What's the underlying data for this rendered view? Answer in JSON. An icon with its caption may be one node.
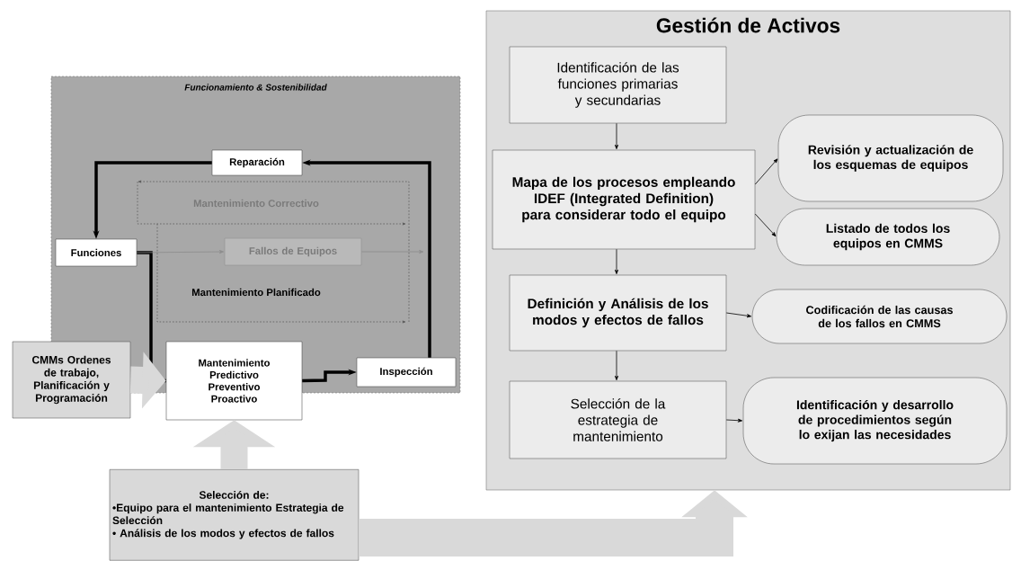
{
  "diagram": {
    "nodes": [
      {
        "text": [
          "Funcionamiento & Sostenibilidad"
        ]
      },
      {
        "text": [
          "Reparación"
        ],
        "in": 0
      },
      {
        "text": [
          "Funciones"
        ],
        "in": 0
      },
      {
        "text": [
          "Fallos de Equipos"
        ],
        "in": 0
      },
      {
        "text": [
          "Mantenimiento Predictivo Preventivo Proactivo"
        ]
      },
      {
        "text": [
          "Inspección"
        ],
        "in": 0
      },
      {
        "text": [
          "CMMs Ordenes de trabajo, Planificación y Programación"
        ]
      },
      {
        "text": [
          "Selección de:",
          "•Equipo para el mantenimiento Estrategia de Selección",
          "• Análisis de los modos y efectos de fallos"
        ]
      },
      {
        "text": [
          "Gestión de Activos"
        ]
      },
      {
        "text": [
          "Identificación de las funciones primarias y secundarias"
        ],
        "in": 8
      },
      {
        "text": [
          "Mapa de los procesos empleando IDEF (Integrated Definition) para considerar todo el equipo"
        ],
        "in": 8
      },
      {
        "text": [
          "Revisión y actualización de los esquemas de equipos"
        ],
        "in": 8
      },
      {
        "text": [
          "Listado de todos los equipos en CMMS"
        ],
        "in": 8
      },
      {
        "text": [
          "Definición y Análisis de los modos y efectos de fallos"
        ],
        "in": 8
      },
      {
        "text": [
          "Codificación de las causas de los fallos en CMMS"
        ],
        "in": 8
      },
      {
        "text": [
          "Selección de la estrategia de mantenimiento"
        ],
        "in": 8
      },
      {
        "text": [
          "Identificación y desarrollo de procedimientos según lo exijan las necesidades"
        ],
        "in": 8
      }
    ],
    "edges": [
      {
        "from": 1,
        "to": 2,
        "arrow": "to",
        "style": "thick"
      },
      {
        "from": 2,
        "to": 4,
        "arrow": "none",
        "style": "thick"
      },
      {
        "from": 2,
        "to": 3,
        "arrow": "to",
        "color": "#8c8c8c"
      },
      {
        "from": 3,
        "to": null,
        "arrow": "to",
        "color": "#8c8c8c"
      },
      {
        "from": 4,
        "to": 5,
        "arrow": "to",
        "style": "thick"
      },
      {
        "from": 5,
        "to": 1,
        "arrow": "to",
        "style": "thick"
      },
      {
        "from": 6,
        "to": 4,
        "arrow": "to",
        "style": "thick",
        "color": "#d9d9d9"
      },
      {
        "from": 7,
        "to": 4,
        "arrow": "to",
        "style": "thick",
        "color": "#d9d9d9"
      },
      {
        "from": 7,
        "to": 8,
        "arrow": "to",
        "style": "thick",
        "color": "#d9d9d9"
      },
      {
        "from": 9,
        "to": 10,
        "arrow": "to"
      },
      {
        "from": 10,
        "to": 11,
        "arrow": "to"
      },
      {
        "from": 10,
        "to": 12,
        "arrow": "to"
      },
      {
        "from": 10,
        "to": 13,
        "arrow": "to"
      },
      {
        "from": 13,
        "to": 14,
        "arrow": "to"
      },
      {
        "from": 13,
        "to": 15,
        "arrow": "to"
      },
      {
        "from": 15,
        "to": 16,
        "arrow": "to"
      }
    ],
    "labels": [
      "Mantenimiento Correctivo",
      "Mantenimiento Planificado"
    ]
  }
}
